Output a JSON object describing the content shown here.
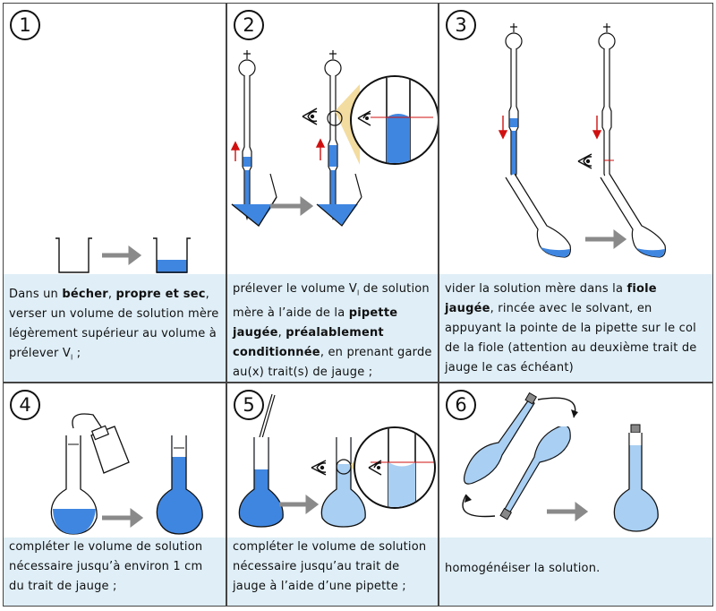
{
  "colors": {
    "liquid": "#3f86e0",
    "liquid_light": "#a9cff2",
    "caption_bg": "#dfeef7",
    "arrow": "#8a8a8a",
    "red": "#d01010",
    "lens": "#f3dca0"
  },
  "panels": [
    {
      "number": "1",
      "caption": [
        {
          "t": "Dans un "
        },
        {
          "t": "bécher",
          "b": true
        },
        {
          "t": ", "
        },
        {
          "t": "propre et sec",
          "b": true
        },
        {
          "t": ", verser un volume de solution mère légèrement supérieur au volume à prélever V"
        },
        {
          "t": "l",
          "sub": true
        },
        {
          "t": " ;"
        }
      ]
    },
    {
      "number": "2",
      "caption": [
        {
          "t": "prélever le volume V"
        },
        {
          "t": "l",
          "sub": true
        },
        {
          "t": " de solution mère à l’aide de la "
        },
        {
          "t": "pipette jaugée",
          "b": true
        },
        {
          "t": ", "
        },
        {
          "t": "préalablement conditionnée",
          "b": true
        },
        {
          "t": ", en prenant garde au(x) trait(s) de jauge ;"
        }
      ]
    },
    {
      "number": "3",
      "caption": [
        {
          "t": "vider la solution mère dans la "
        },
        {
          "t": "fiole jaugée",
          "b": true
        },
        {
          "t": ", rincée avec le solvant, en appuyant la pointe de la pipette sur le col de la fiole (attention au deuxième trait de jauge le cas échéant)"
        }
      ]
    },
    {
      "number": "4",
      "caption": [
        {
          "t": "compléter le volume de solution nécessaire jusqu’à environ 1 cm du trait de jauge ;"
        }
      ]
    },
    {
      "number": "5",
      "caption": [
        {
          "t": "compléter le volume de solution nécessaire jusqu’au trait de jauge à l’aide d’une pipette ;"
        }
      ]
    },
    {
      "number": "6",
      "caption": [
        {
          "t": "homogénéiser la solution."
        }
      ]
    }
  ]
}
